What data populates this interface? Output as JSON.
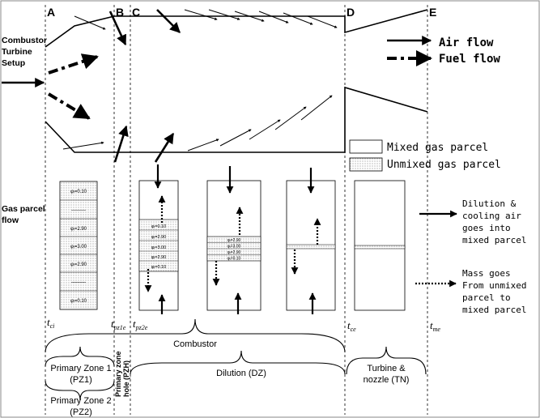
{
  "stations": {
    "a": "A",
    "b": "B",
    "c": "C",
    "d": "D",
    "e": "E"
  },
  "setup_label": {
    "line1": "Combustor",
    "line2": "Turbine",
    "line3": "Setup"
  },
  "flow_label": {
    "line1": "Gas parcel",
    "line2": "flow"
  },
  "legend_top": {
    "air": "Air flow",
    "fuel": "Fuel flow"
  },
  "legend_box": {
    "mixed": "Mixed gas parcel",
    "unmixed": "Unmixed gas parcel"
  },
  "legend_right": {
    "dilution": {
      "line1": "Dilution &",
      "line2": "cooling air",
      "line3": "goes into",
      "line4": "mixed parcel"
    },
    "mass": {
      "line1": "Mass goes",
      "line2": "From unmixed",
      "line3": "parcel to",
      "line4": "mixed parcel"
    }
  },
  "pz_phi": {
    "r1": "φᵢ=0.10",
    "r2": "———",
    "r3": "φᵢ=2.90",
    "r4": "φᵢ=3.00",
    "r5": "φᵢ=2.90",
    "r6": "———",
    "r7": "φᵢ=0.10"
  },
  "dz1_phi": {
    "r1": "φᵢ=0.10",
    "r2": "φᵢ=2.90",
    "r3": "φᵢ=3.00",
    "r4": "φᵢ=2.90",
    "r5": "φᵢ=0.10"
  },
  "dz2_phi": {
    "r1": "φᵢ=2.90",
    "r2": "φᵢ=3.00",
    "r3": "φᵢ=2.90",
    "r4": "φᵢ=0.10"
  },
  "times": {
    "tci_main": "t",
    "tci_sub": "ci",
    "tpz1e_main": "t",
    "tpz1e_sub": "pz1e",
    "tpz2e_main": "t",
    "tpz2e_sub": "pz2e",
    "tce_main": "t",
    "tce_sub": "ce",
    "tme_main": "t",
    "tme_sub": "me"
  },
  "zones": {
    "combustor": "Combustor",
    "pz1_line1": "Primary Zone 1",
    "pz1_line2": "(PZ1)",
    "pz2_line1": "Primary Zone 2",
    "pz2_line2": "(PZ2)",
    "pzh_line1": "Primary zone",
    "pzh_line2": "hole (PZH)",
    "dz": "Dilution (DZ)",
    "tn_line1": "Turbine &",
    "tn_line2": "nozzle (TN)"
  }
}
